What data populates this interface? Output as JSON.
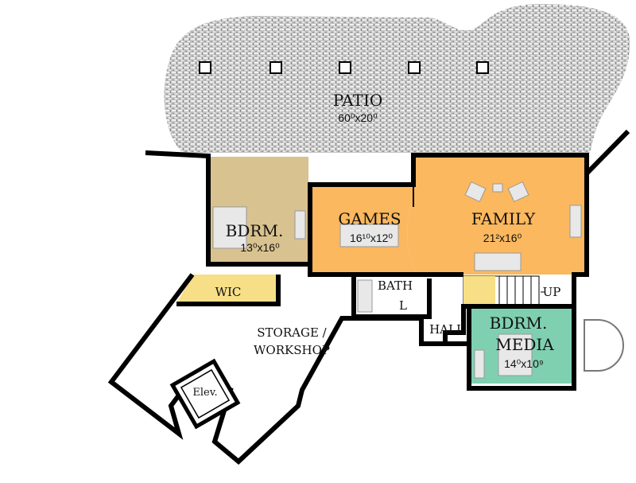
{
  "colors": {
    "patio": "#b9b9b9",
    "bedroom": "#d8c28f",
    "games": "#fbb85e",
    "family": "#fbb85e",
    "wic": "#f6df86",
    "media": "#7fd0b1",
    "wall": "#000000"
  },
  "rooms": {
    "patio": {
      "name": "PATIO",
      "size": "60⁰x20⁰"
    },
    "bedroom": {
      "name": "BDRM.",
      "size": "13⁰x16⁰"
    },
    "games": {
      "name": "GAMES",
      "size": "16¹⁰x12⁰"
    },
    "family": {
      "name": "FAMILY",
      "size": "21²x16⁰"
    },
    "wic": {
      "name": "WIC"
    },
    "bath": {
      "name": "BATH",
      "lav": "L"
    },
    "stairs": {
      "name": "UP"
    },
    "storage": {
      "name_line1": "STORAGE /",
      "name_line2": "WORKSHOP"
    },
    "hall": {
      "name": "HALL"
    },
    "media": {
      "name_line1": "BDRM.",
      "name_line2": "MEDIA",
      "size": "14⁰x10⁹"
    },
    "elevator": {
      "name": "Elev."
    }
  }
}
